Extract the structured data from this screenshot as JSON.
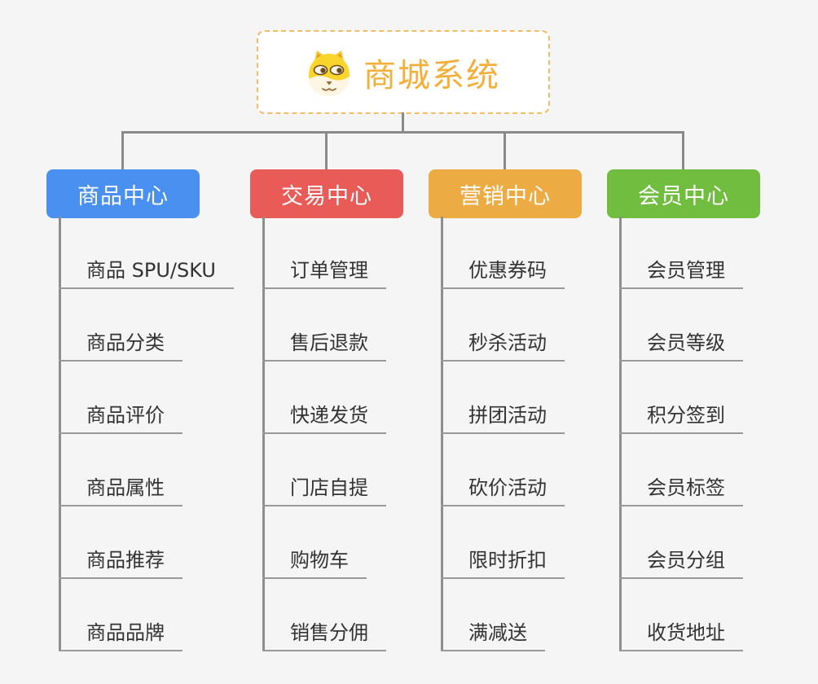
{
  "root": {
    "title": "商城系统",
    "icon": "doge-icon",
    "border_color": "#f5bc66",
    "text_color": "#f4af3a"
  },
  "colors": {
    "background": "#f5f5f5",
    "connector": "#8a8a8a",
    "item_underline": "#9a9a9a",
    "item_text": "#333333"
  },
  "branches": [
    {
      "label": "商品中心",
      "color": "#4a90f0",
      "items": [
        "商品 SPU/SKU",
        "商品分类",
        "商品评价",
        "商品属性",
        "商品推荐",
        "商品品牌"
      ]
    },
    {
      "label": "交易中心",
      "color": "#e95b57",
      "items": [
        "订单管理",
        "售后退款",
        "快递发货",
        "门店自提",
        "购物车",
        "销售分佣"
      ]
    },
    {
      "label": "营销中心",
      "color": "#edac43",
      "items": [
        "优惠券码",
        "秒杀活动",
        "拼团活动",
        "砍价活动",
        "限时折扣",
        "满减送"
      ]
    },
    {
      "label": "会员中心",
      "color": "#71bd3f",
      "items": [
        "会员管理",
        "会员等级",
        "积分签到",
        "会员标签",
        "会员分组",
        "收货地址"
      ]
    }
  ]
}
